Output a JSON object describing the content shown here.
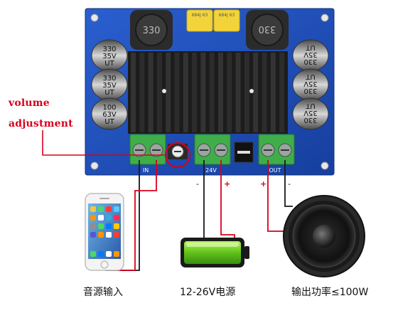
{
  "labels": {
    "volume": "volume",
    "adjustment": "adjustment",
    "source_input": "音源输入",
    "power_supply": "12-26V电源",
    "output_power": "输出功率≤100W"
  },
  "board": {
    "terminal_in": "IN",
    "terminal_power": "24V",
    "terminal_out": "OUT",
    "inductor_left": "330",
    "inductor_right": "330",
    "film_cap_left": "684J 63",
    "film_cap_right": "684J 63",
    "cap_left_top": [
      "330",
      "35V",
      "UT"
    ],
    "cap_left_mid": [
      "330",
      "35V",
      "UT"
    ],
    "cap_left_bot": [
      "100",
      "63V",
      "UT"
    ],
    "cap_right_top": [
      "330",
      "35V",
      "UT"
    ],
    "cap_right_mid": [
      "330",
      "35V",
      "UT"
    ],
    "cap_right_bot": [
      "330",
      "35V",
      "UT"
    ],
    "minus_sign": "-",
    "plus_sign": "+"
  },
  "colors": {
    "pcb": "#1f4fb8",
    "annotation": "#d8001c",
    "wire_black": "#1a1a1a",
    "terminal": "#3fae49",
    "battery": "#6fcf1f"
  }
}
